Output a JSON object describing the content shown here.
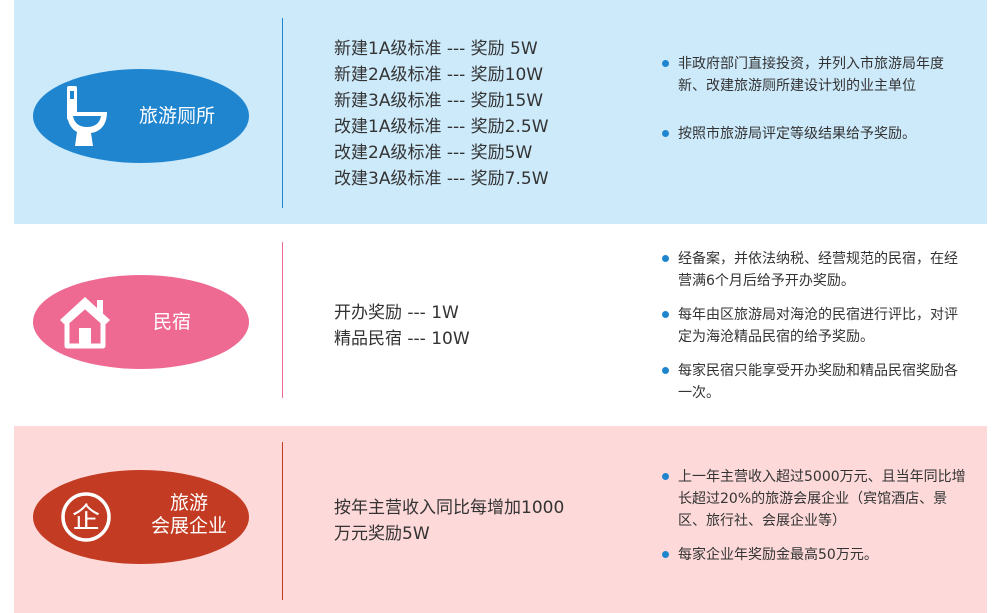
{
  "rows": [
    {
      "label": "旅游厕所",
      "icon": "toilet-icon",
      "accent": "#2085cf",
      "background": "#cdeafb",
      "rewards": [
        "新建1A级标准 --- 奖励 5W",
        "新建2A级标准 --- 奖励10W",
        "新建3A级标准 --- 奖励15W",
        "改建1A级标准 --- 奖励2.5W",
        "改建2A级标准 --- 奖励5W",
        "改建3A级标准 --- 奖励7.5W"
      ],
      "notes": [
        "非政府部门直接投资，并列入市旅游局年度新、改建旅游厕所建设计划的业主单位",
        "按照市旅游局评定等级结果给予奖励。"
      ]
    },
    {
      "label": "民宿",
      "icon": "house-icon",
      "accent": "#ee6a92",
      "background": "#ffffff",
      "rewards": [
        "开办奖励 --- 1W",
        "精品民宿 --- 10W"
      ],
      "notes": [
        "经备案，并依法纳税、经营规范的民宿，在经营满6个月后给予开办奖励。",
        "每年由区旅游局对海沧的民宿进行评比，对评定为海沧精品民宿的给予奖励。",
        "每家民宿只能享受开办奖励和精品民宿奖励各一次。"
      ]
    },
    {
      "label_line1": "旅游",
      "label_line2": "会展企业",
      "icon": "enterprise-seal-icon",
      "icon_char": "企",
      "accent": "#c23b22",
      "background": "#fdd9d9",
      "rewards": [
        "按年主营收入同比每增加1000",
        "万元奖励5W"
      ],
      "notes": [
        "上一年主营收入超过5000万元、且当年同比增长超过20%的旅游会展企业（宾馆酒店、景区、旅行社、会展企业等）",
        "每家企业年奖励金最高50万元。"
      ]
    }
  ],
  "bullet_color": "#2085cf"
}
